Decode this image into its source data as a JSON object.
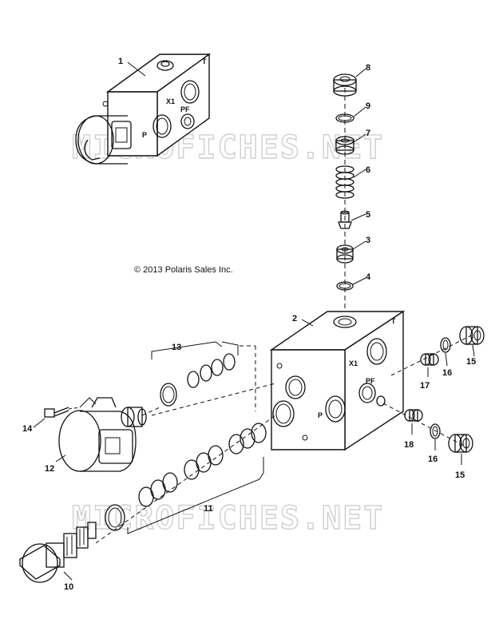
{
  "copyright": "© 2013 Polaris Sales Inc.",
  "watermark": "MICROFICHES.NET",
  "port_labels": {
    "t": "T",
    "x1": "X1",
    "p": "P",
    "pf": "PF"
  },
  "callouts": [
    "1",
    "2",
    "3",
    "4",
    "5",
    "6",
    "7",
    "8",
    "9",
    "10",
    "11",
    "12",
    "13",
    "14",
    "15",
    "15",
    "16",
    "16",
    "17",
    "18"
  ],
  "parts": [
    {
      "ref": "1",
      "icon": "valve-block-assembly-icon"
    },
    {
      "ref": "2",
      "icon": "manifold-block-icon"
    },
    {
      "ref": "3",
      "icon": "plug-icon"
    },
    {
      "ref": "4",
      "icon": "o-ring-icon"
    },
    {
      "ref": "5",
      "icon": "poppet-icon"
    },
    {
      "ref": "6",
      "icon": "spring-icon"
    },
    {
      "ref": "7",
      "icon": "plug-icon"
    },
    {
      "ref": "8",
      "icon": "plug-icon"
    },
    {
      "ref": "9",
      "icon": "o-ring-icon"
    },
    {
      "ref": "10",
      "icon": "cartridge-valve-icon"
    },
    {
      "ref": "11",
      "icon": "seal-kit-icon"
    },
    {
      "ref": "12",
      "icon": "solenoid-coil-icon"
    },
    {
      "ref": "13",
      "icon": "seal-kit-icon"
    },
    {
      "ref": "14",
      "icon": "screw-icon"
    },
    {
      "ref": "15",
      "icon": "plug-icon"
    },
    {
      "ref": "16",
      "icon": "o-ring-icon"
    },
    {
      "ref": "17",
      "icon": "orifice-icon"
    },
    {
      "ref": "18",
      "icon": "orifice-icon"
    }
  ]
}
